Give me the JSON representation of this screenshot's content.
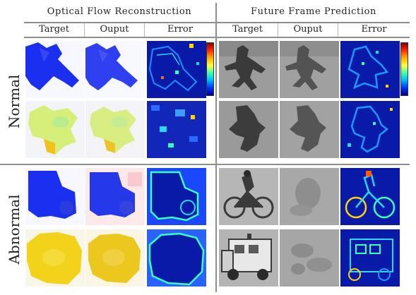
{
  "sections": {
    "left_title": "Optical Flow Reconstruction",
    "right_title": "Future Frame Prediction"
  },
  "columns": [
    "Target",
    "Ouput",
    "Error",
    "Target",
    "Ouput",
    "Error"
  ],
  "rows": {
    "normal": "Normal",
    "abnormal": "Abnormal"
  },
  "colors": {
    "flow_blue": "#1b2ff0",
    "flow_yellow": "#f2d21a",
    "flow_green": "#d6ef7a",
    "error_blue": "#0a1aa8",
    "grid_line": "#8e8e8e"
  }
}
